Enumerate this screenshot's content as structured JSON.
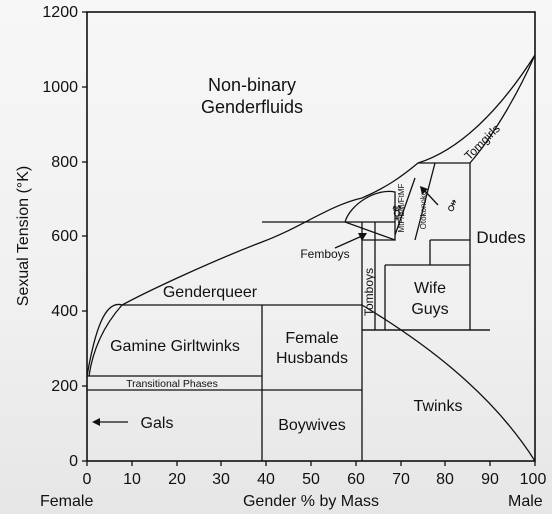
{
  "chart": {
    "y_axis_title": "Sexual Tension (°K)",
    "x_axis_title": "Gender % by Mass",
    "x_left_label": "Female",
    "x_right_label": "Male",
    "y_ticks": [
      "0",
      "200",
      "400",
      "600",
      "800",
      "1000",
      "1200"
    ],
    "x_ticks": [
      "0",
      "10",
      "20",
      "30",
      "40",
      "50",
      "60",
      "70",
      "80",
      "90",
      "100"
    ]
  },
  "regions": {
    "nonbinary_line1": "Non-binary",
    "nonbinary_line2": "Genderfluids",
    "tomgirls": "Tomgirls",
    "dudes": "Dudes",
    "femboys": "Femboys",
    "genderqueer": "Genderqueer",
    "gamine_girltwinks": "Gamine Girltwinks",
    "female_husbands_line1": "Female",
    "female_husbands_line2": "Husbands",
    "tomboys": "Tomboys",
    "wife_guys_line1": "Wife",
    "wife_guys_line2": "Guys",
    "transitional_phases": "Transitional Phases",
    "gals": "Gals",
    "boywives": "Boywives",
    "twinks": "Twinks",
    "mtf_ftm": "MtF/BM/FtMF",
    "otokonoko": "Otokonoko",
    "trans_symbol": "⚧",
    "male_female_symbol": "⚦"
  },
  "chart_data": {
    "type": "diagram",
    "xlabel": "Gender % by Mass",
    "ylabel": "Sexual Tension (°K)",
    "xlim": [
      0,
      100
    ],
    "ylim": [
      0,
      1200
    ]
  }
}
